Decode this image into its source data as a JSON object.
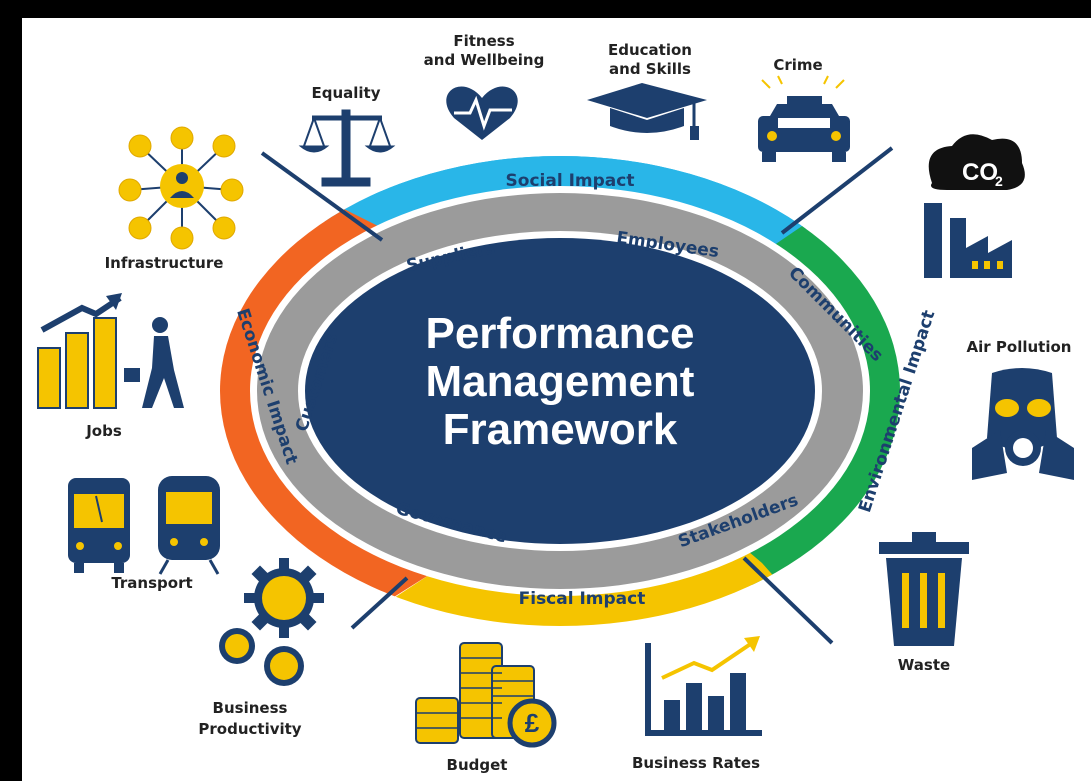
{
  "center": {
    "line1": "Performance",
    "line2": "Management",
    "line3": "Framework"
  },
  "outer_ring": {
    "social": "Social Impact",
    "environmental": "Environmental Impact",
    "fiscal": "Fiscal Impact",
    "economic": "Economic Impact"
  },
  "inner_ring": {
    "suppliers": "Suppliers",
    "employees": "Employees",
    "communities": "Communities",
    "stakeholders": "Stakeholders",
    "governance": "Governance",
    "customers": "Customers"
  },
  "icons": {
    "equality": "Equality",
    "fitness_l1": "Fitness",
    "fitness_l2": "and Wellbeing",
    "education_l1": "Education",
    "education_l2": "and Skills",
    "crime": "Crime",
    "co2": "CO",
    "co2_sub": "2",
    "infrastructure": "Infrastructure",
    "air_pollution": "Air Pollution",
    "jobs": "Jobs",
    "transport": "Transport",
    "waste": "Waste",
    "business_productivity_l1": "Business",
    "business_productivity_l2": "Productivity",
    "budget": "Budget",
    "business_rates": "Business Rates",
    "pound": "£"
  },
  "colors": {
    "navy": "#1d3f6e",
    "social": "#29b6e8",
    "environmental": "#1aa84f",
    "fiscal": "#f5c400",
    "economic": "#f26522",
    "grey": "#9b9b9b",
    "gold": "#f5c400"
  }
}
